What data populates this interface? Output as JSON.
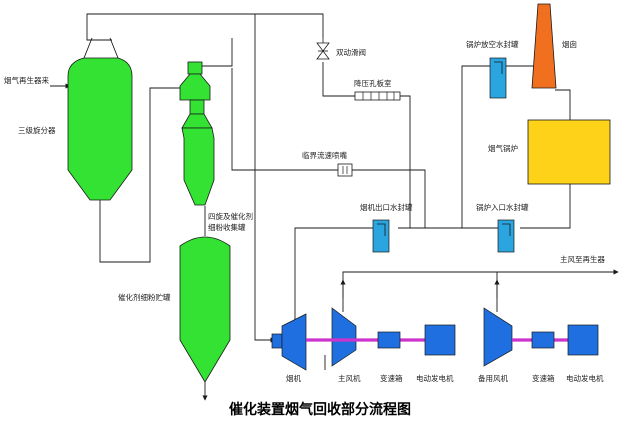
{
  "title": "催化装置烟气回收部分流程图",
  "labels": {
    "flue_gas_from_regenerator": "烟气再生器来",
    "third_stage_separator": "三级旋分器",
    "double_slide_valve": "双动滑阀",
    "pressure_reducing_orifice": "降压孔板室",
    "critical_flow_nozzle": "临界流速喷嘴",
    "fourth_stage_separator": "四旋及催化剂",
    "fine_powder_collector": "细粉收集罐",
    "catalyst_fines_storage": "催化剂细粉贮罐",
    "expander_outlet_water_seal": "烟机出口水封罐",
    "boiler_vent_water_seal": "锅炉放空水封罐",
    "chimney": "烟囱",
    "waste_heat_boiler": "烟气锅炉",
    "boiler_inlet_water_seal": "锅炉入口水封罐",
    "main_air_to_regenerator": "主风至再生器",
    "flue_gas_expander": "烟机",
    "main_air_blower": "主风机",
    "gearbox_1": "变速箱",
    "motor_generator_1": "电动发电机",
    "standby_blower": "备用风机",
    "gearbox_2": "变速箱",
    "motor_generator_2": "电动发电机"
  },
  "colors": {
    "vessel": "#33e233",
    "water_seal": "#2aa5e0",
    "chimney": "#f07020",
    "boiler": "#ffd21a",
    "machine": "#1f6fe0",
    "shaft": "#cc33cc",
    "line": "#1a1a1a"
  }
}
